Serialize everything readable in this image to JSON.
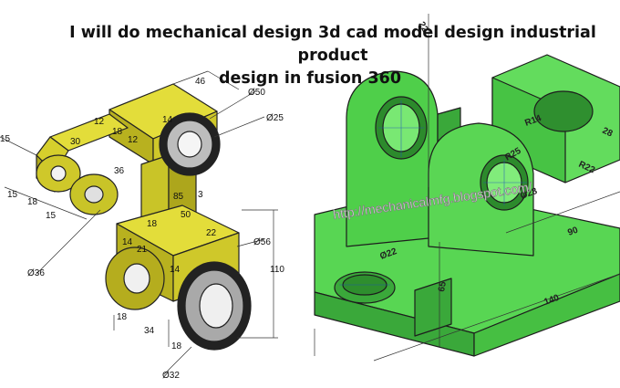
{
  "title": {
    "line1": "I will do mechanical design 3d cad model design industrial product",
    "line2": "design in fusion 360"
  },
  "left_drawing": {
    "dims": [
      "46",
      "Ø50",
      "Ø25",
      "15",
      "12",
      "18",
      "12",
      "14",
      "30",
      "36",
      "15",
      "18",
      "15",
      "85",
      "3",
      "50",
      "18",
      "22",
      "Ø56",
      "14",
      "21",
      "14",
      "110",
      "Ø36",
      "18",
      "34",
      "18",
      "Ø32"
    ]
  },
  "right_drawing": {
    "dims": [
      "22",
      "R14",
      "28",
      "R25",
      "R22",
      "Ø28",
      "90",
      "Ø22",
      "65",
      "140"
    ],
    "watermark": "http://mechanicalmfg.blogspot.com/"
  },
  "colors": {
    "yellow_part": "#c9c428",
    "green_part": "#4fcf4a"
  }
}
